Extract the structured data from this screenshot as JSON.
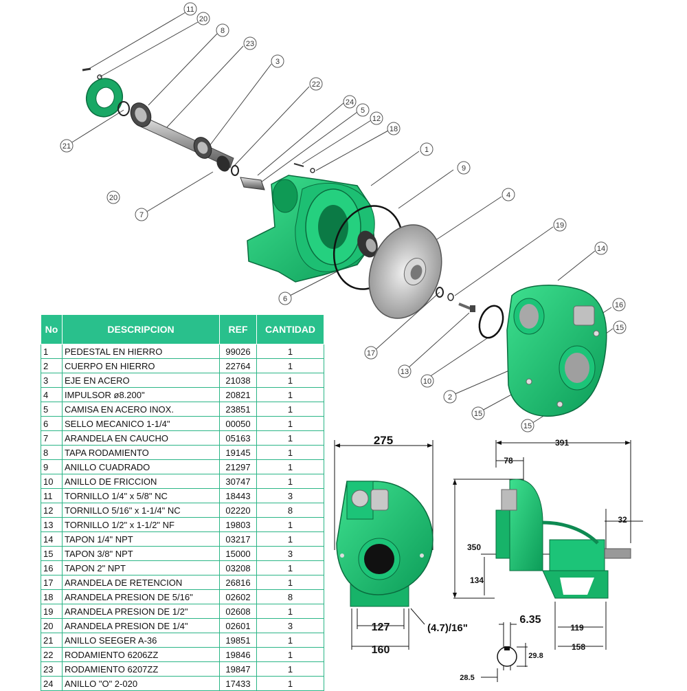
{
  "colors": {
    "pump_green": "#1cc478",
    "pump_dark": "#0e8a52",
    "table_header": "#29c08c",
    "table_border": "#2ab586"
  },
  "table": {
    "headers": {
      "no": "No",
      "descripcion": "DESCRIPCION",
      "ref": "REF",
      "cantidad": "CANTIDAD"
    },
    "rows": [
      {
        "no": "1",
        "desc": "PEDESTAL EN HIERRO",
        "ref": "99026",
        "qty": "1"
      },
      {
        "no": "2",
        "desc": "CUERPO EN HIERRO",
        "ref": "22764",
        "qty": "1"
      },
      {
        "no": "3",
        "desc": "EJE EN ACERO",
        "ref": "21038",
        "qty": "1"
      },
      {
        "no": "4",
        "desc": "IMPULSOR  ø8.200\"",
        "ref": "20821",
        "qty": "1"
      },
      {
        "no": "5",
        "desc": "CAMISA EN ACERO INOX.",
        "ref": "23851",
        "qty": "1"
      },
      {
        "no": "6",
        "desc": "SELLO MECANICO 1-1/4\"",
        "ref": "00050",
        "qty": "1"
      },
      {
        "no": "7",
        "desc": "ARANDELA EN CAUCHO",
        "ref": "05163",
        "qty": "1"
      },
      {
        "no": "8",
        "desc": "TAPA RODAMIENTO",
        "ref": "19145",
        "qty": "1"
      },
      {
        "no": "9",
        "desc": "ANILLO CUADRADO",
        "ref": "21297",
        "qty": "1"
      },
      {
        "no": "10",
        "desc": "ANILLO DE FRICCION",
        "ref": "30747",
        "qty": "1"
      },
      {
        "no": "11",
        "desc": "TORNILLO 1/4\" x 5/8\" NC",
        "ref": "18443",
        "qty": "3"
      },
      {
        "no": "12",
        "desc": "TORNILLO 5/16\" x 1-1/4\" NC",
        "ref": "02220",
        "qty": "8"
      },
      {
        "no": "13",
        "desc": "TORNILLO  1/2\" x 1-1/2\" NF",
        "ref": "19803",
        "qty": "1"
      },
      {
        "no": "14",
        "desc": "TAPON 1/4\" NPT",
        "ref": "03217",
        "qty": "1"
      },
      {
        "no": "15",
        "desc": "TAPON 3/8\" NPT",
        "ref": "15000",
        "qty": "3"
      },
      {
        "no": "16",
        "desc": "TAPON 2\" NPT",
        "ref": "03208",
        "qty": "1"
      },
      {
        "no": "17",
        "desc": "ARANDELA DE RETENCION",
        "ref": "26816",
        "qty": "1"
      },
      {
        "no": "18",
        "desc": "ARANDELA PRESION DE 5/16\"",
        "ref": "02602",
        "qty": "8"
      },
      {
        "no": "19",
        "desc": "ARANDELA PRESION DE 1/2\"",
        "ref": "02608",
        "qty": "1"
      },
      {
        "no": "20",
        "desc": "ARANDELA PRESION DE 1/4\"",
        "ref": "02601",
        "qty": "3"
      },
      {
        "no": "21",
        "desc": "ANILLO SEEGER A-36",
        "ref": "19851",
        "qty": "1"
      },
      {
        "no": "22",
        "desc": "RODAMIENTO 6206ZZ",
        "ref": "19846",
        "qty": "1"
      },
      {
        "no": "23",
        "desc": "RODAMIENTO 6207ZZ",
        "ref": "19847",
        "qty": "1"
      },
      {
        "no": "24",
        "desc": "ANILLO \"O\" 2-020",
        "ref": "17433",
        "qty": "1"
      }
    ]
  },
  "callouts": [
    "11",
    "20",
    "8",
    "23",
    "3",
    "22",
    "24",
    "5",
    "12",
    "18",
    "1",
    "9",
    "4",
    "19",
    "14",
    "16",
    "15",
    "2",
    "15",
    "15",
    "10",
    "13",
    "17",
    "6",
    "7",
    "20",
    "21"
  ],
  "dimensions": {
    "front_width": "275",
    "base_inner": "127",
    "base_outer": "160",
    "slot": "(4.7)/16\"",
    "side_length": "391",
    "offset_78": "78",
    "shaft_ext": "32",
    "height": "350",
    "shaft_height": "134",
    "base_119": "119",
    "base_158": "158",
    "key": "6.35",
    "shaft_29": "29.8",
    "shaft_28": "28.5"
  }
}
